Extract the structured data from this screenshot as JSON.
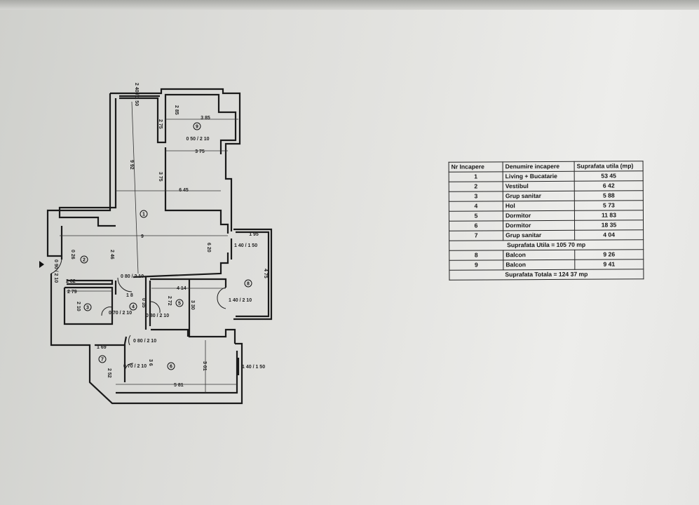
{
  "table": {
    "headers": [
      "Nr Incapere",
      "Denumire incapere",
      "Suprafata utila (mp)"
    ],
    "rows": [
      {
        "nr": "1",
        "name": "Living + Bucatarie",
        "area": "53 45"
      },
      {
        "nr": "2",
        "name": "Vestibul",
        "area": "6 42"
      },
      {
        "nr": "3",
        "name": "Grup sanitar",
        "area": "5 88"
      },
      {
        "nr": "4",
        "name": "Hol",
        "area": "5 73"
      },
      {
        "nr": "5",
        "name": "Dormitor",
        "area": "11 83"
      },
      {
        "nr": "6",
        "name": "Dormitor",
        "area": "18 35"
      },
      {
        "nr": "7",
        "name": "Grup sanitar",
        "area": "4 04"
      }
    ],
    "subtotal": "Suprafata Utila = 105 70 mp",
    "balconies": [
      {
        "nr": "8",
        "name": "Balcon",
        "area": "9 26"
      },
      {
        "nr": "9",
        "name": "Balcon",
        "area": "9 41"
      }
    ],
    "total": "Suprafata Totala = 124 37 mp"
  },
  "plan": {
    "room_numbers": [
      "1",
      "2",
      "3",
      "4",
      "5",
      "6",
      "7",
      "8",
      "9"
    ],
    "dimensions": [
      "3 85",
      "2 85",
      "2 75",
      "0 50 / 2 10",
      "3 75",
      "9 92",
      "3 75",
      "6 45",
      "9",
      "1 95",
      "1 40 / 1 50",
      "6 20",
      "2 46",
      "0 26",
      "4 75",
      "2 82",
      "0 80 / 2 10",
      "2 79",
      "1 8",
      "4 14",
      "2 10",
      "0 35",
      "2 72",
      "3 30",
      "1 40 / 2 10",
      "0 70 / 2 10",
      "0 80 / 2 10",
      "0 80 / 2 10",
      "1 69",
      "3 6",
      "3 01",
      "0 70 / 2 10",
      "2 52",
      "5 81",
      "1 40 / 1 50",
      "0 90 / 2 10",
      "2 40 / 1 50"
    ]
  }
}
